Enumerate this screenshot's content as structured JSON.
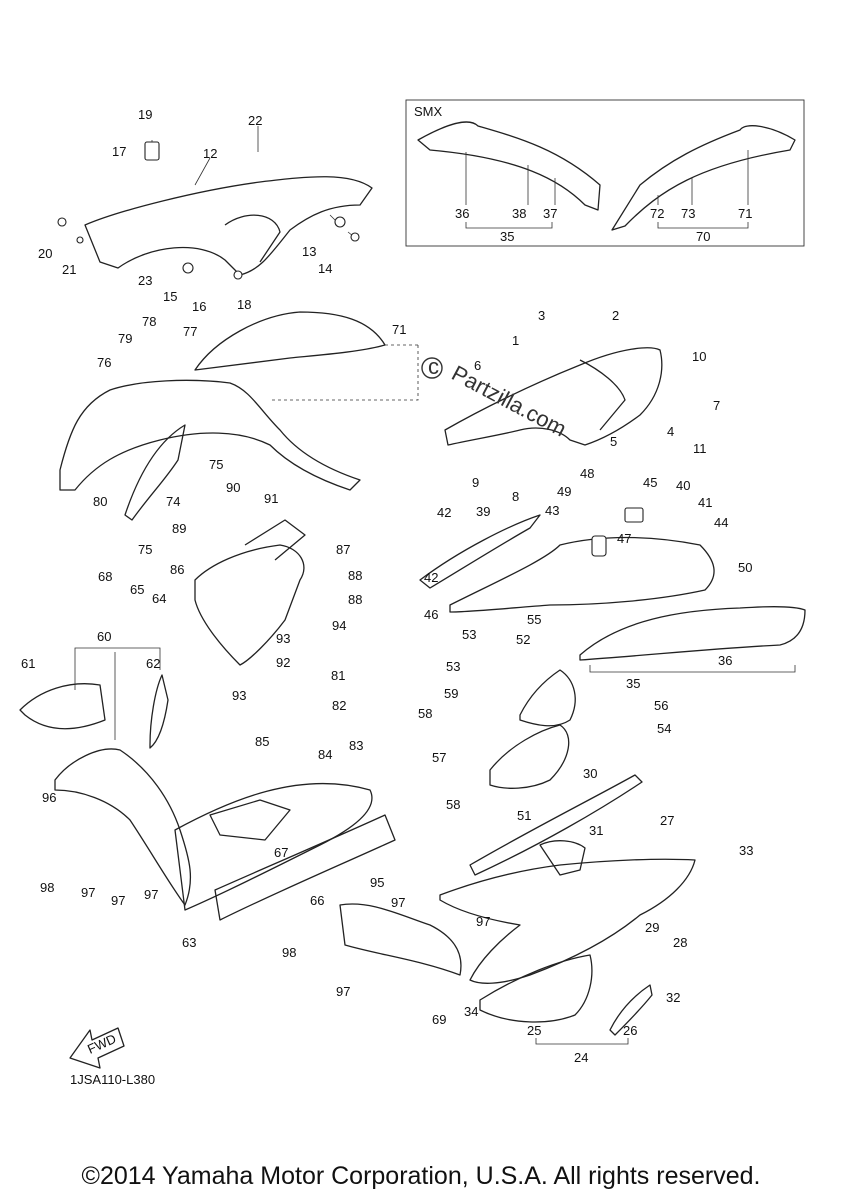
{
  "inset_title": "SMX",
  "watermark": "Partzilla.com",
  "fwd_label": "FWD",
  "diagram_code": "1JSA110-L380",
  "copyright": "©2014 Yamaha Motor Corporation, U.S.A. All rights reserved.",
  "callouts": [
    "1",
    "2",
    "3",
    "4",
    "5",
    "6",
    "7",
    "8",
    "9",
    "10",
    "11",
    "12",
    "13",
    "14",
    "15",
    "16",
    "17",
    "18",
    "19",
    "20",
    "21",
    "22",
    "23",
    "24",
    "25",
    "26",
    "27",
    "28",
    "29",
    "30",
    "31",
    "32",
    "33",
    "34",
    "35",
    "36",
    "37",
    "38",
    "39",
    "40",
    "41",
    "42",
    "43",
    "44",
    "45",
    "46",
    "47",
    "48",
    "49",
    "50",
    "51",
    "52",
    "53",
    "54",
    "55",
    "56",
    "57",
    "58",
    "59",
    "60",
    "61",
    "62",
    "63",
    "64",
    "65",
    "66",
    "67",
    "68",
    "69",
    "70",
    "71",
    "72",
    "73",
    "74",
    "75",
    "76",
    "77",
    "78",
    "79",
    "80",
    "81",
    "82",
    "83",
    "84",
    "85",
    "86",
    "87",
    "88",
    "89",
    "90",
    "91",
    "92",
    "93",
    "94",
    "95",
    "96",
    "97",
    "98"
  ]
}
